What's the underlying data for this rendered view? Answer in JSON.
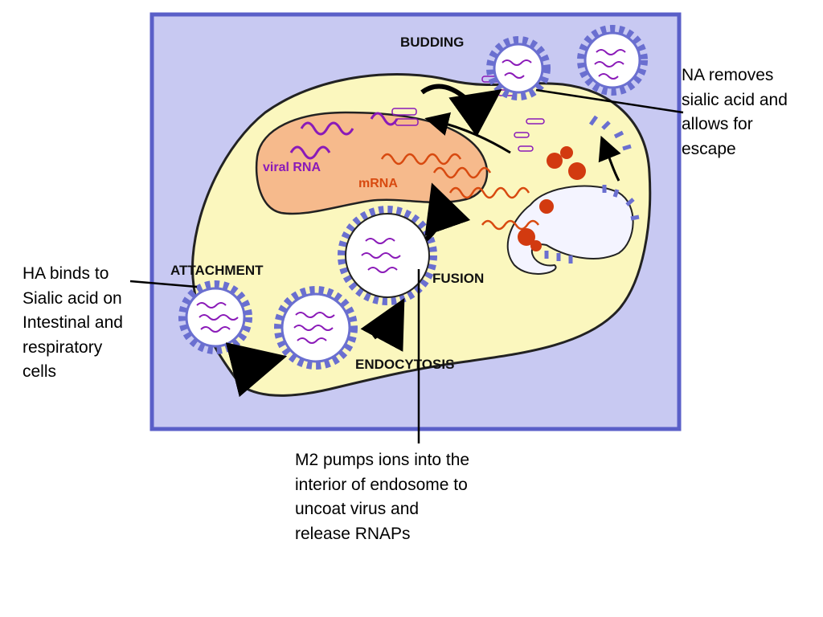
{
  "diagram": {
    "stages": {
      "budding": "BUDDING",
      "attachment": "ATTACHMENT",
      "fusion": "FUSION",
      "endocytosis": "ENDOCYTOSIS"
    },
    "inner_labels": {
      "viral_rna": "viral RNA",
      "mrna": "mRNA"
    }
  },
  "annotations": {
    "na": [
      "NA removes",
      "sialic acid and",
      "allows for",
      "escape"
    ],
    "ha": [
      "HA binds to",
      "Sialic acid on",
      "Intestinal and",
      "respiratory",
      "cells"
    ],
    "m2": [
      "M2 pumps ions into the",
      "interior of endosome to",
      "uncoat virus and",
      "release RNAPs"
    ]
  },
  "colors": {
    "panel_bg": "#c8c9f2",
    "panel_border": "#5a5fc8",
    "cell": "#fbf7be",
    "nucleus": "#f6ba8c",
    "viral_rna": "#8a1ab8",
    "mrna": "#d84a10",
    "ribosome": "#d23a10",
    "spike": "#6a6fd0",
    "arrow": "#000000"
  }
}
